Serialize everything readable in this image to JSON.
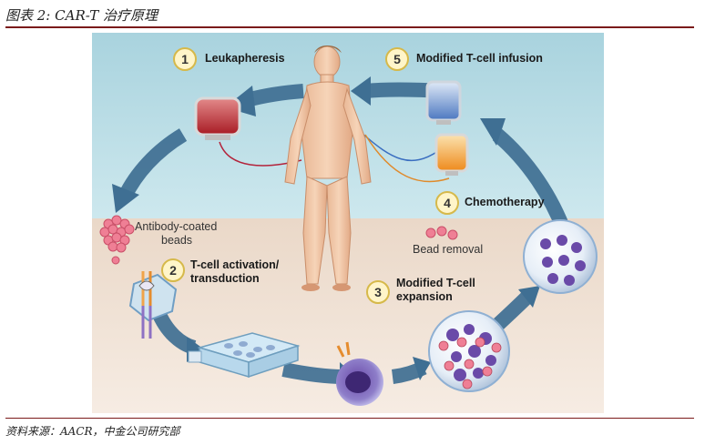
{
  "header": {
    "title": "图表 2: CAR-T 治疗原理"
  },
  "footer": {
    "source": "资料来源：AACR，中金公司研究部"
  },
  "steps": [
    {
      "number": "1",
      "label": "Leukapheresis"
    },
    {
      "number": "2",
      "label_line1": "T-cell activation/",
      "label_line2": "transduction"
    },
    {
      "number": "3",
      "label_line1": "Modified T-cell",
      "label_line2": "expansion"
    },
    {
      "number": "4",
      "label": "Chemotherapy"
    },
    {
      "number": "5",
      "label": "Modified T-cell infusion"
    }
  ],
  "annotations": {
    "beads_line1": "Antibody-coated",
    "beads_line2": "beads",
    "bead_removal": "Bead removal"
  },
  "colors": {
    "sky": "#b9dde6",
    "ground": "#e8d6c5",
    "arrow": "#3f6f93",
    "rule": "#7a1a1a"
  }
}
